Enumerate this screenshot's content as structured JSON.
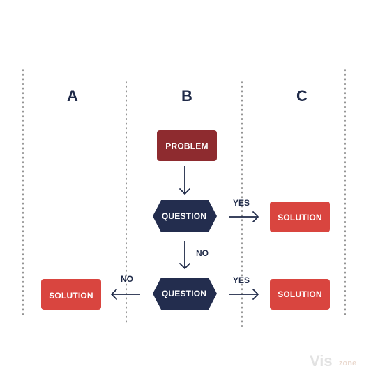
{
  "lanes": {
    "a": "A",
    "b": "B",
    "c": "C"
  },
  "nodes": {
    "problem": "PROBLEM",
    "question_1": "QUESTION",
    "question_2": "QUESTION",
    "solution_c1": "SOLUTION",
    "solution_c2": "SOLUTION",
    "solution_a": "SOLUTION"
  },
  "edge_labels": {
    "q1_yes": "YES",
    "q1_no": "NO",
    "q2_yes": "YES",
    "q2_no": "NO"
  },
  "watermark": {
    "brand": "Vis",
    "suffix": "zone"
  },
  "colors": {
    "problem": "#8e2b2f",
    "solution": "#d9453f",
    "question": "#232d4e",
    "text_dark": "#1f2a48"
  }
}
